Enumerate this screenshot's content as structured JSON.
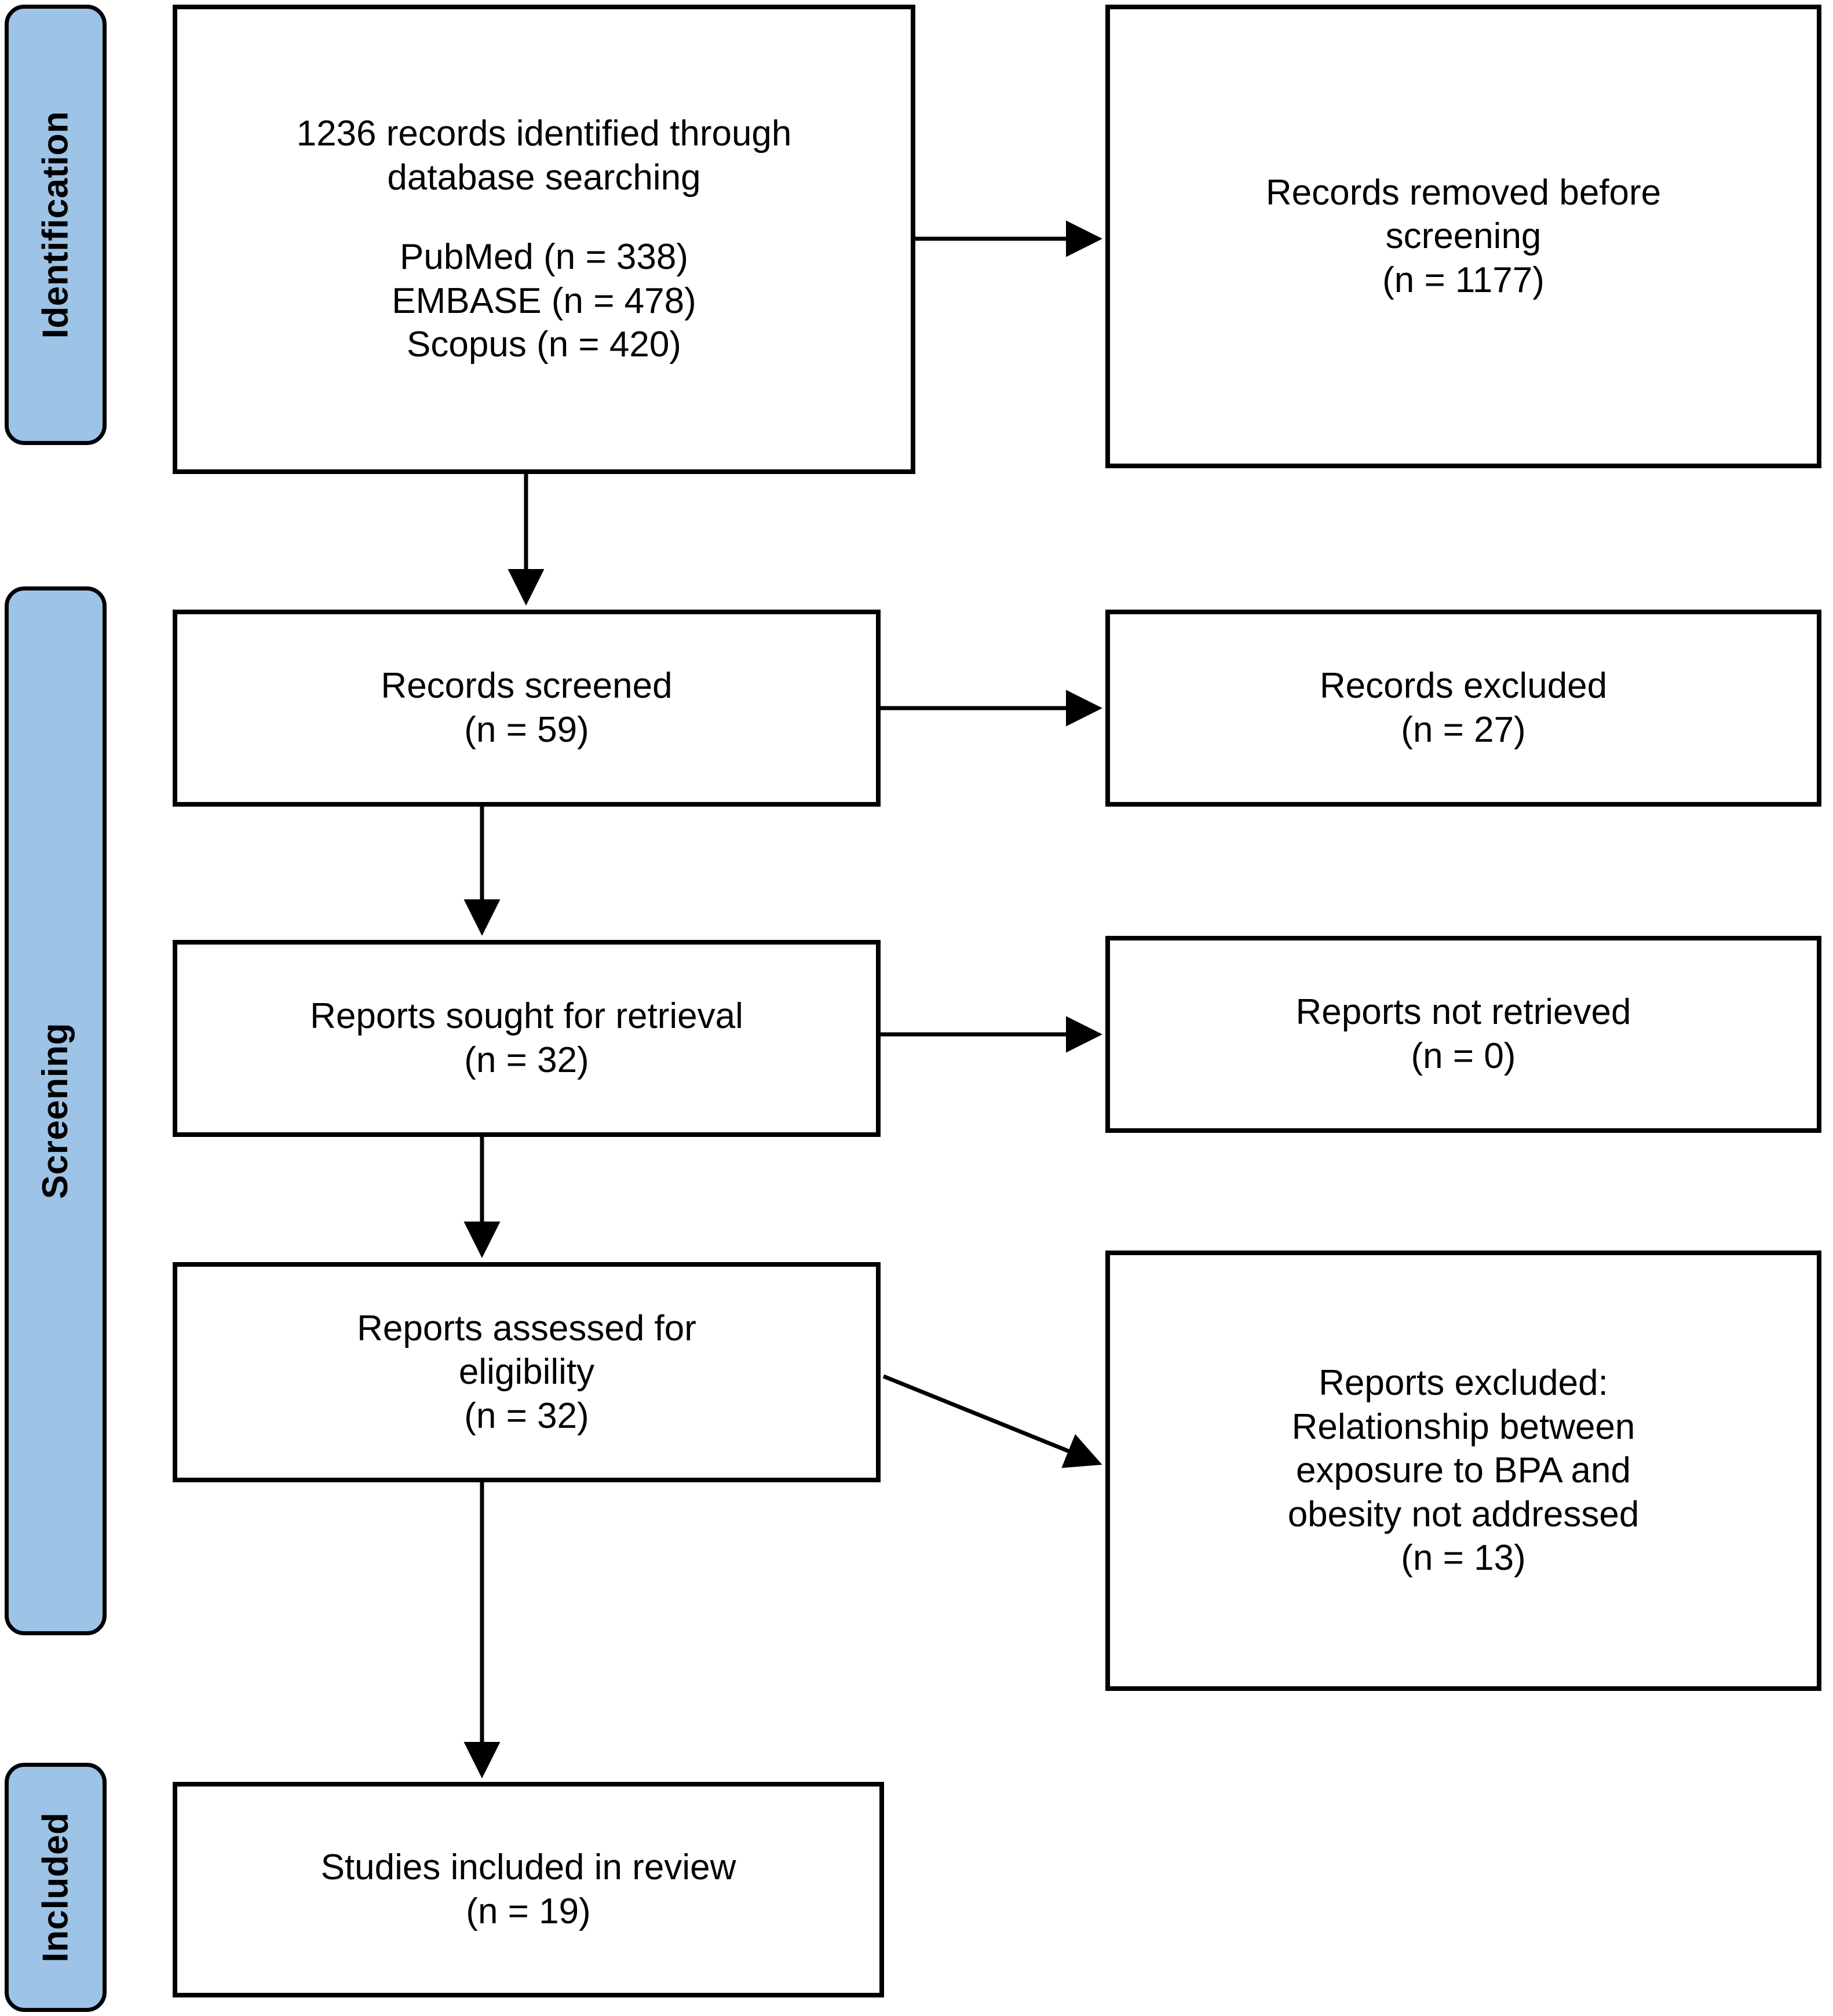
{
  "diagram": {
    "type": "prisma-flow-diagram",
    "stages": [
      {
        "id": "identification",
        "label": "Identification"
      },
      {
        "id": "screening",
        "label": "Screening"
      },
      {
        "id": "included",
        "label": "Included"
      }
    ],
    "boxes": [
      {
        "id": "records-identified",
        "stage": "identification",
        "column": "left",
        "lines": [
          "1236 records identified through",
          "database searching",
          "",
          "PubMed (n = 338)",
          "EMBASE (n = 478)",
          "Scopus (n = 420)"
        ]
      },
      {
        "id": "records-removed",
        "stage": "identification",
        "column": "right",
        "lines": [
          "Records removed before",
          "screening",
          "(n = 1177)"
        ]
      },
      {
        "id": "records-screened",
        "stage": "screening",
        "column": "left",
        "lines": [
          "Records screened",
          "(n = 59)"
        ]
      },
      {
        "id": "records-excluded",
        "stage": "screening",
        "column": "right",
        "lines": [
          "Records excluded",
          "(n = 27)"
        ]
      },
      {
        "id": "reports-sought",
        "stage": "screening",
        "column": "left",
        "lines": [
          "Reports sought for retrieval",
          "(n = 32)"
        ]
      },
      {
        "id": "reports-not-retrieved",
        "stage": "screening",
        "column": "right",
        "lines": [
          "Reports not retrieved",
          "(n = 0)"
        ]
      },
      {
        "id": "reports-assessed",
        "stage": "screening",
        "column": "left",
        "lines": [
          "Reports assessed for",
          "eligibility",
          "(n = 32)"
        ]
      },
      {
        "id": "reports-excluded",
        "stage": "screening",
        "column": "right",
        "lines": [
          "Reports excluded:",
          "Relationship between",
          "exposure to BPA and",
          "obesity not addressed",
          "(n = 13)"
        ]
      },
      {
        "id": "studies-included",
        "stage": "included",
        "column": "left",
        "lines": [
          "Studies included in review",
          "(n = 19)"
        ]
      }
    ],
    "counts": {
      "records_identified_total": 1236,
      "pubmed": 338,
      "embase": 478,
      "scopus": 420,
      "records_removed_before_screening": 1177,
      "records_screened": 59,
      "records_excluded": 27,
      "reports_sought_for_retrieval": 32,
      "reports_not_retrieved": 0,
      "reports_assessed_for_eligibility": 32,
      "reports_excluded": 13,
      "studies_included_in_review": 19
    },
    "colors": {
      "stage_band_fill": "#9DC3E6",
      "stroke": "#000000",
      "box_fill": "#FFFFFF",
      "text": "#000000"
    }
  }
}
